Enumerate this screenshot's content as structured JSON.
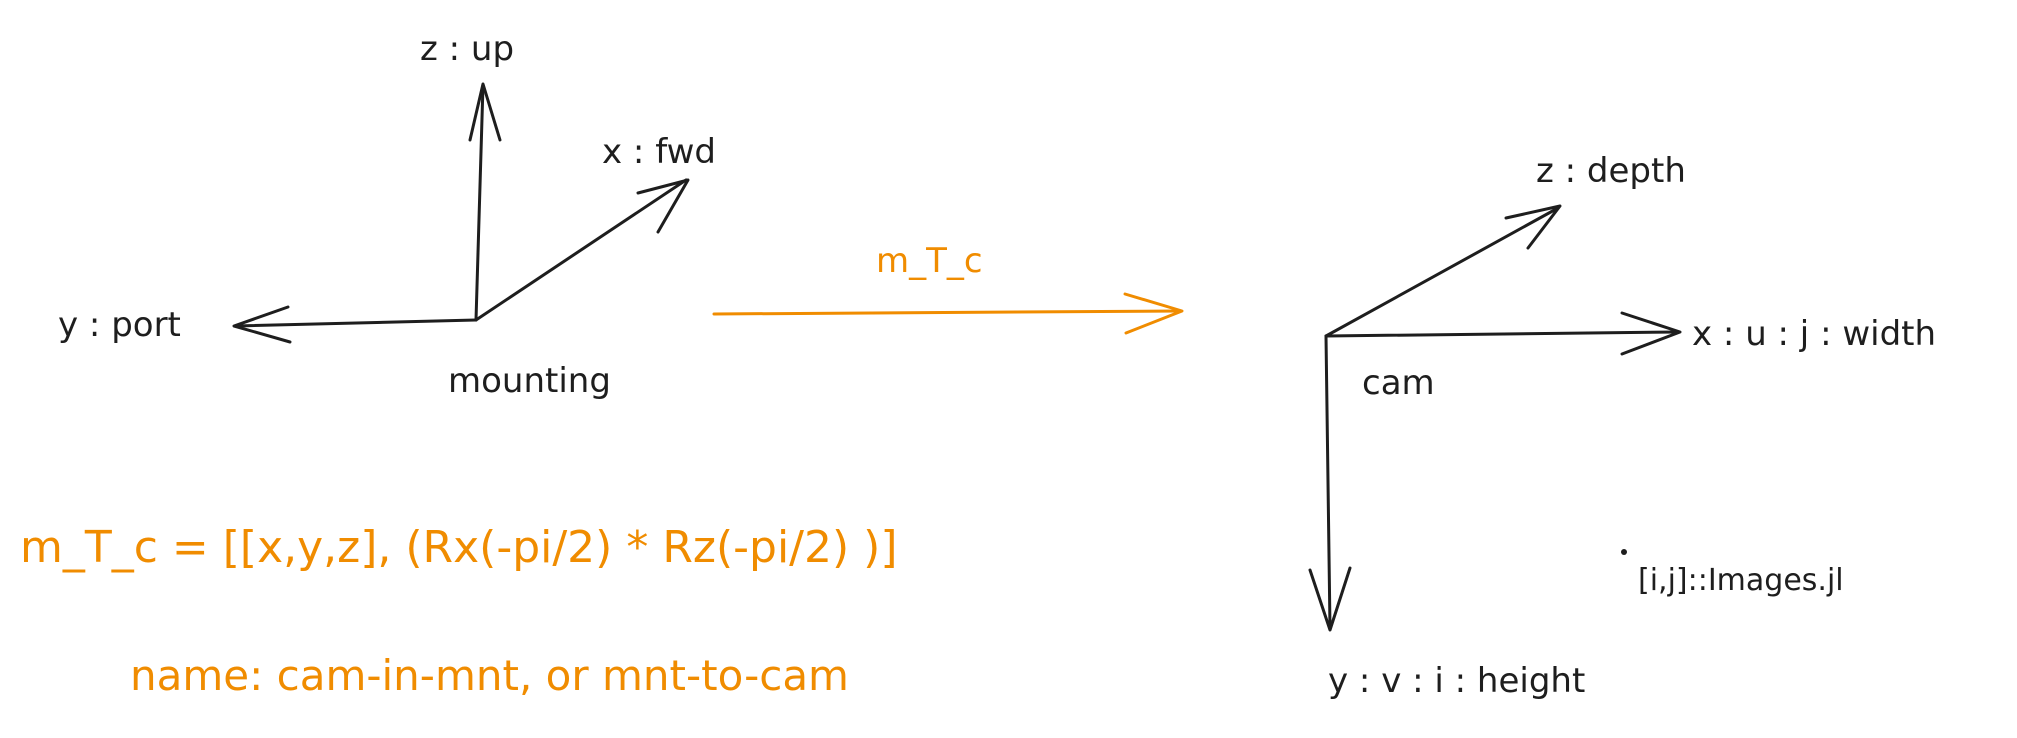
{
  "diagram": {
    "colors": {
      "ink": "#1e1e1e",
      "accent": "#f08c00",
      "background": "#ffffff"
    },
    "mounting": {
      "frame_label": "mounting",
      "axis_up": "z : up",
      "axis_fwd": "x : fwd",
      "axis_port": "y : port"
    },
    "transform": {
      "label": "m_T_c"
    },
    "camera": {
      "frame_label": "cam",
      "axis_depth": "z : depth",
      "axis_width": "x : u : j : width",
      "axis_height": "y : v : i : height",
      "image_note": "[i,j]::Images.jl"
    },
    "equation": "m_T_c = [[x,y,z], (Rx(-pi/2) * Rz(-pi/2) )]",
    "name_line": "name: cam-in-mnt, or mnt-to-cam"
  }
}
